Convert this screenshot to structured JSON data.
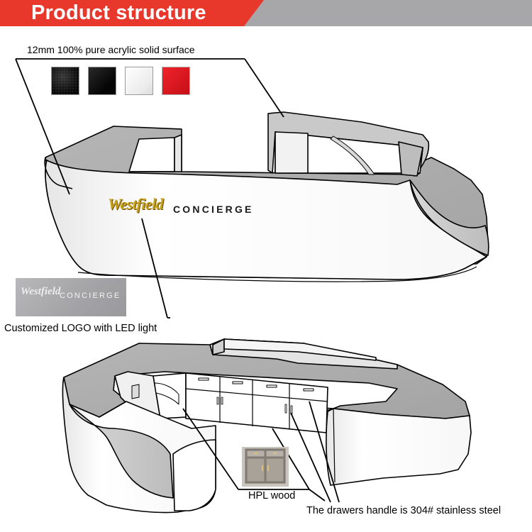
{
  "header": {
    "title": "Product structure"
  },
  "labels": {
    "surface": "12mm 100% pure acrylic solid surface",
    "logo": "Customized LOGO with LED light",
    "hpl": "HPL wood",
    "handle": "The drawers handle is 304# stainless steel"
  },
  "logo": {
    "brand": "Westfield",
    "concierge": "CONCIERGE"
  },
  "swatches": [
    "black sparkle",
    "black",
    "white",
    "red"
  ],
  "colors": {
    "banner_red": "#e8372b",
    "banner_gray": "#a7a6a8",
    "logo_gold": "#c8a21a"
  }
}
